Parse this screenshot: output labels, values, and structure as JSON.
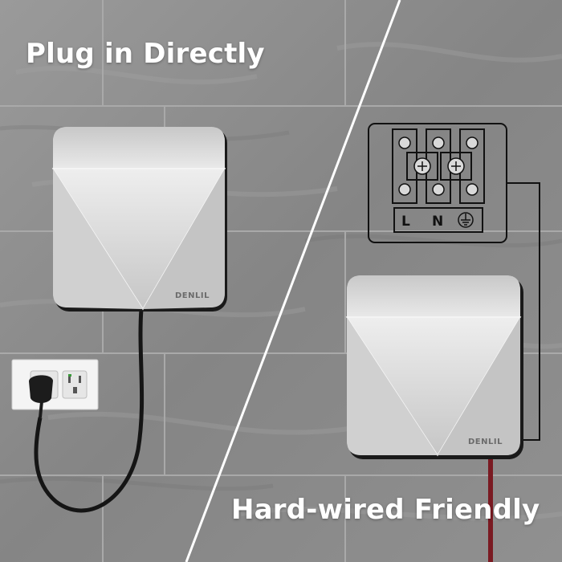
{
  "headline_left": "Plug in Directly",
  "headline_right": "Hard-wired Friendly",
  "brand": "DENLIL",
  "terminal_labels": {
    "line": "L",
    "neutral": "N"
  },
  "colors": {
    "tile": "#8d8d8d",
    "grout": "#a8a8a8",
    "dryer_body": "#d9d9d9",
    "cable_black": "#1a1a1a",
    "cable_red": "#7a1a22",
    "divider": "#ffffff"
  }
}
